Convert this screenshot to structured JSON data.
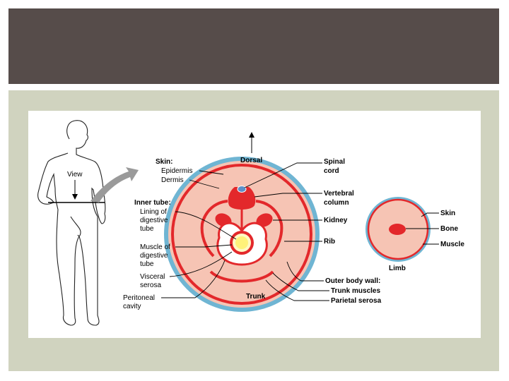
{
  "slide": {
    "title_band_color": "#564c4a",
    "content_background_color": "#d0d3bf"
  },
  "figure": {
    "colors": {
      "skin_outer": "#6fb5d3",
      "tissue": "#f6c4b4",
      "red": "#e3282b",
      "yellow": "#fff27a",
      "spinal_cord": "#5d8fc7",
      "arrow_gray": "#9a9a9a"
    },
    "person": {
      "view_label": "View"
    },
    "trunk": {
      "direction_label": "Dorsal",
      "caption": "Trunk",
      "labels": {
        "skin_heading": "Skin:",
        "epidermis": "Epidermis",
        "dermis": "Dermis",
        "inner_tube_heading": "Inner tube:",
        "lining_1": "Lining of",
        "lining_2": "digestive",
        "lining_3": "tube",
        "muscle_1": "Muscle of",
        "muscle_2": "digestive",
        "muscle_3": "tube",
        "visceral_1": "Visceral",
        "visceral_2": "serosa",
        "peritoneal_1": "Peritoneal",
        "peritoneal_2": "cavity",
        "spinal_1": "Spinal",
        "spinal_2": "cord",
        "vertebral_1": "Vertebral",
        "vertebral_2": "column",
        "kidney": "Kidney",
        "rib": "Rib",
        "outer_body_wall_heading": "Outer body wall:",
        "trunk_muscles": "Trunk muscles",
        "parietal_serosa": "Parietal serosa"
      }
    },
    "limb": {
      "caption": "Limb",
      "labels": {
        "skin": "Skin",
        "bone": "Bone",
        "muscle": "Muscle"
      }
    }
  }
}
